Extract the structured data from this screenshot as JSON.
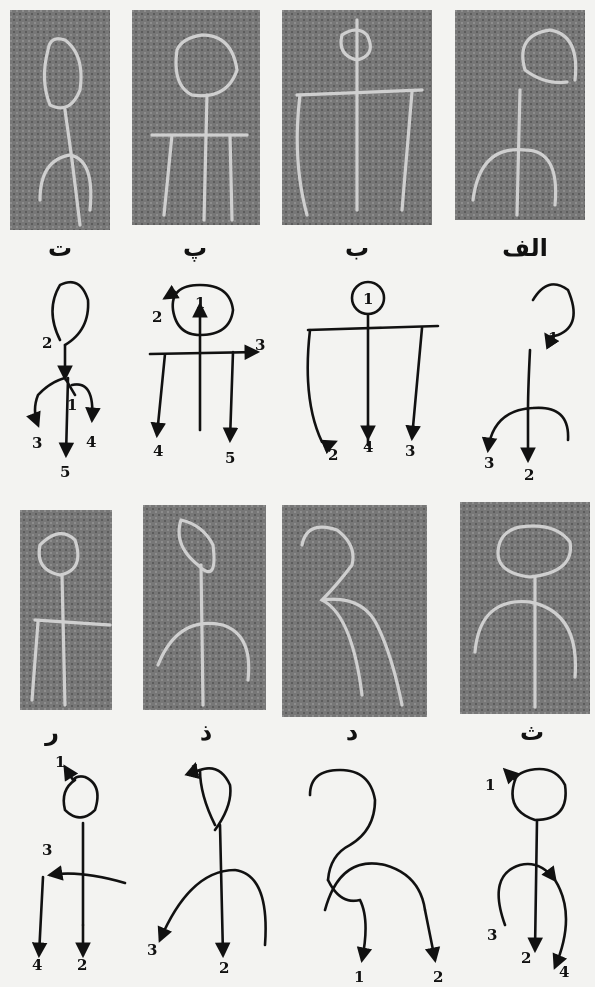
{
  "figure": {
    "row1_labels": [
      "ت",
      "پ",
      "ب",
      "الف"
    ],
    "row2_labels": [
      "ر",
      "ذ",
      "د",
      "ث"
    ],
    "diagrams": {
      "ta": [
        "2",
        "1",
        "3",
        "5",
        "4"
      ],
      "pe": [
        "1",
        "2",
        "3",
        "4",
        "5"
      ],
      "be": [
        "1",
        "2",
        "4",
        "3"
      ],
      "alef": [
        "1",
        "3",
        "2"
      ],
      "re": [
        "1",
        "3",
        "4",
        "2"
      ],
      "zal": [
        "1",
        "3",
        "2"
      ],
      "dal": [
        "1",
        "2"
      ],
      "se": [
        "1",
        "3",
        "2",
        "4"
      ]
    }
  }
}
